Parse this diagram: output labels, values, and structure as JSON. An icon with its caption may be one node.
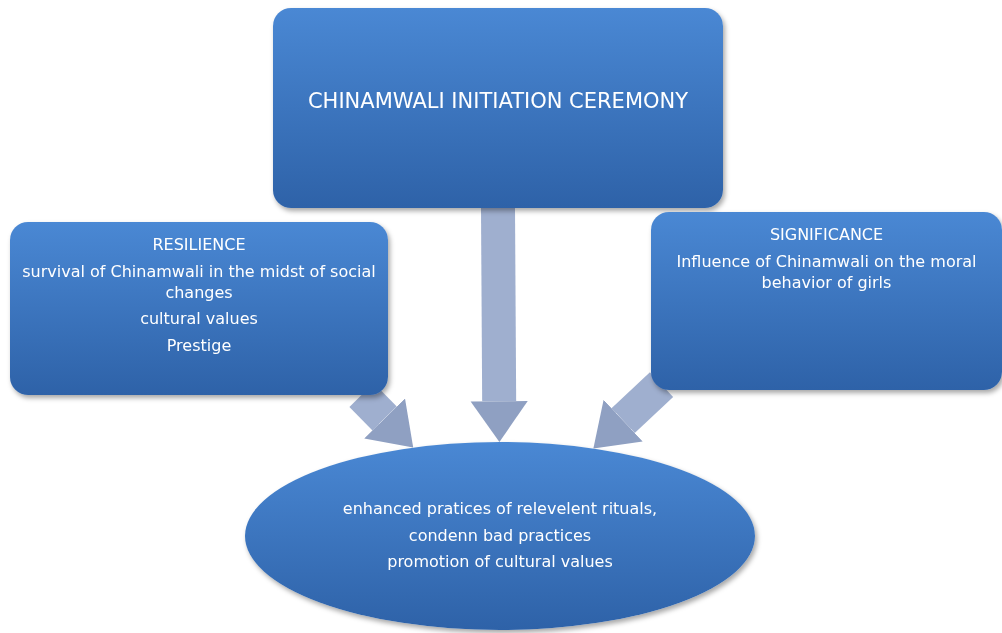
{
  "diagram": {
    "nodes": [
      {
        "text": [
          "CHINAMWALI INITIATION CEREMONY"
        ]
      },
      {
        "text": [
          "RESILIENCE",
          "survival of Chinamwali in the midst of social changes",
          "cultural values",
          "Prestige"
        ]
      },
      {
        "text": [
          "SIGNIFICANCE",
          "Influence of Chinamwali on the moral behavior of girls"
        ]
      },
      {
        "text": [
          "enhanced pratices of relevelent rituals,",
          "condenn bad practices",
          "promotion of cultural values"
        ]
      }
    ],
    "edges": [
      {
        "from": 0,
        "to": 3,
        "arrow": "to"
      },
      {
        "from": 1,
        "to": 3,
        "arrow": "to"
      },
      {
        "from": 2,
        "to": 3,
        "arrow": "to"
      }
    ]
  }
}
